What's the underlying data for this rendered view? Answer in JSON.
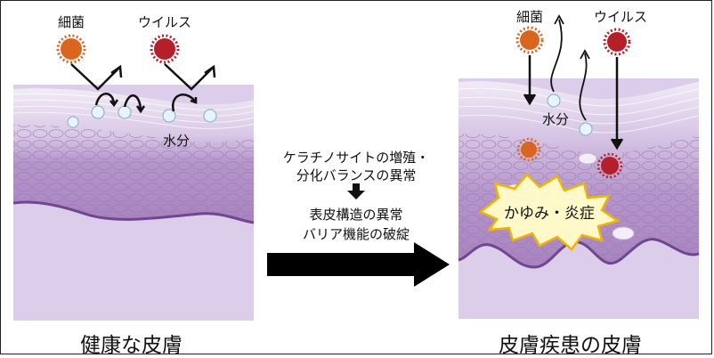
{
  "healthy": {
    "bacteria_label": "細菌",
    "virus_label": "ウイルス",
    "water_label": "水分",
    "caption": "健康な皮膚"
  },
  "diseased": {
    "bacteria_label": "細菌",
    "virus_label": "ウイルス",
    "water_label": "水分",
    "burst_label": "かゆみ・炎症",
    "caption": "皮膚疾患の皮膚"
  },
  "middle": {
    "cause_line1": "ケラチノサイトの増殖・",
    "cause_line2": "分化バランスの異常",
    "result_line1": "表皮構造の異常",
    "result_line2": "バリア機能の破綻"
  },
  "colors": {
    "bacteria": "#d9651f",
    "virus": "#b51f2a",
    "skin_top": "#e7dcef",
    "skin_mid": "#b899cc",
    "skin_deep": "#a07ab8",
    "dermis": "#dacbe6",
    "basal": "#7a4f96"
  }
}
